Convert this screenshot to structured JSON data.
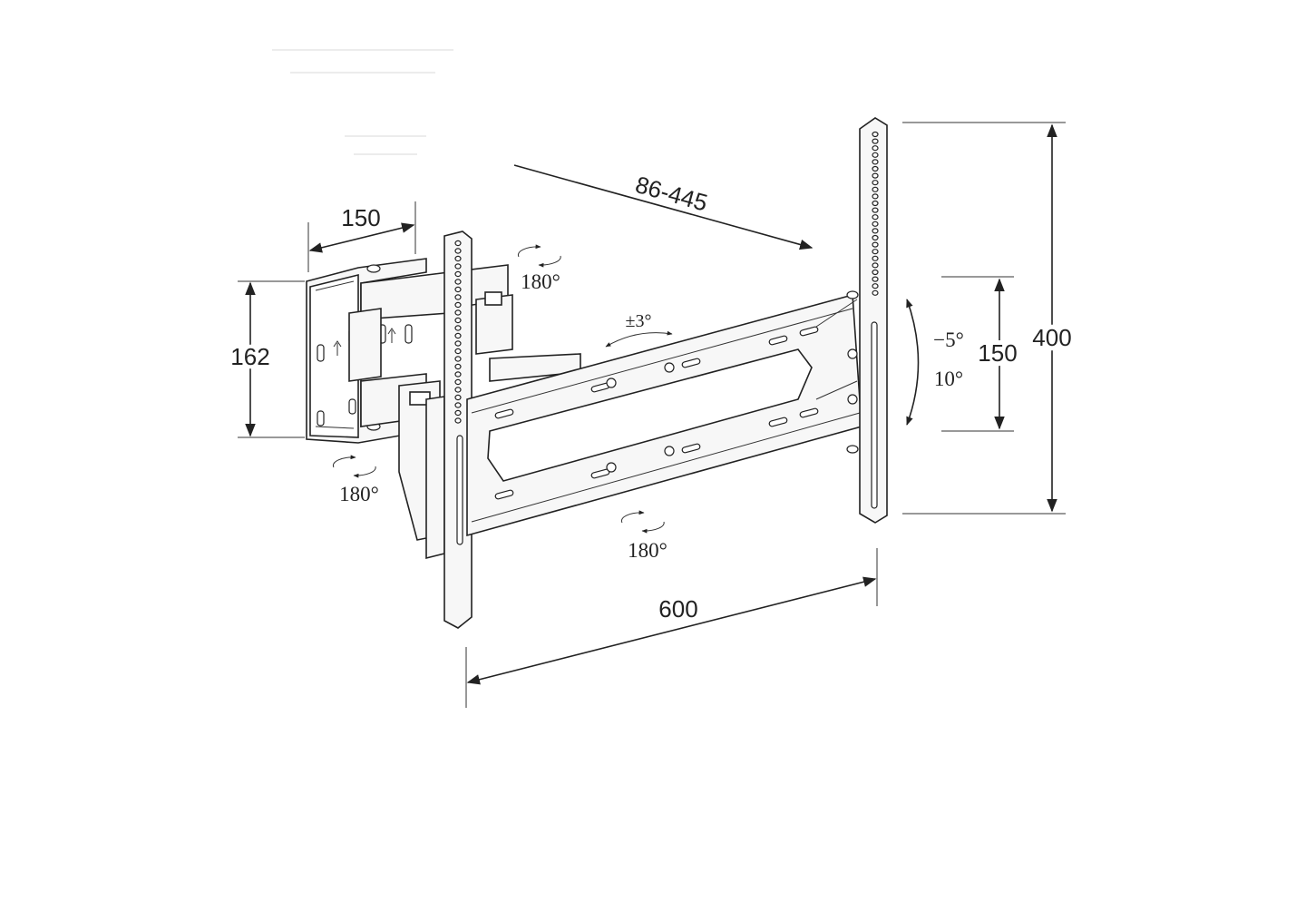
{
  "dimensions": {
    "wall_plate_depth": "150",
    "wall_plate_height": "162",
    "arm_extension": "86-445",
    "tv_plate_height": "400",
    "tilt_hole_spacing": "150",
    "tv_plate_width": "600"
  },
  "rotations": {
    "top_swivel": "180°",
    "bottom_swivel": "180°",
    "plate_swivel": "180°",
    "level_adjust": "±3°",
    "tilt_up": "−5°",
    "tilt_down": "10°"
  },
  "icons": [
    "rotation-arrow-icon",
    "up-arrow-icon",
    "dimension-arrow-icon"
  ]
}
